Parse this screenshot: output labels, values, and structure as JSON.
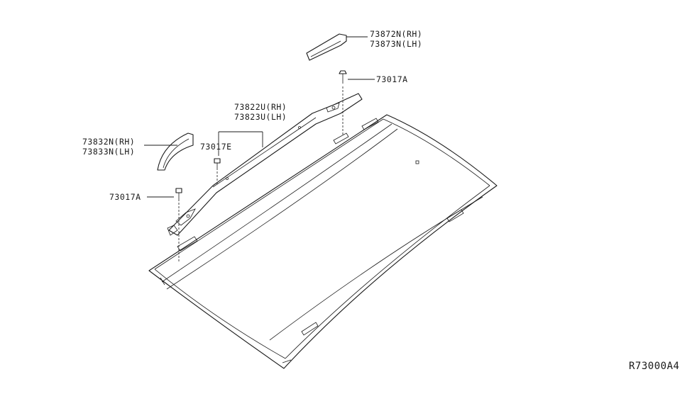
{
  "labels": {
    "finisher_rear_rh": "73872N(RH)",
    "finisher_rear_lh": "73873N(LH)",
    "clip_top": "73017A",
    "rail_rh": "73822U(RH)",
    "rail_lh": "73823U(LH)",
    "finisher_front_rh": "73832N(RH)",
    "finisher_front_lh": "73833N(LH)",
    "clip_e": "73017E",
    "clip_left": "73017A"
  },
  "reference_code": "R73000A4"
}
